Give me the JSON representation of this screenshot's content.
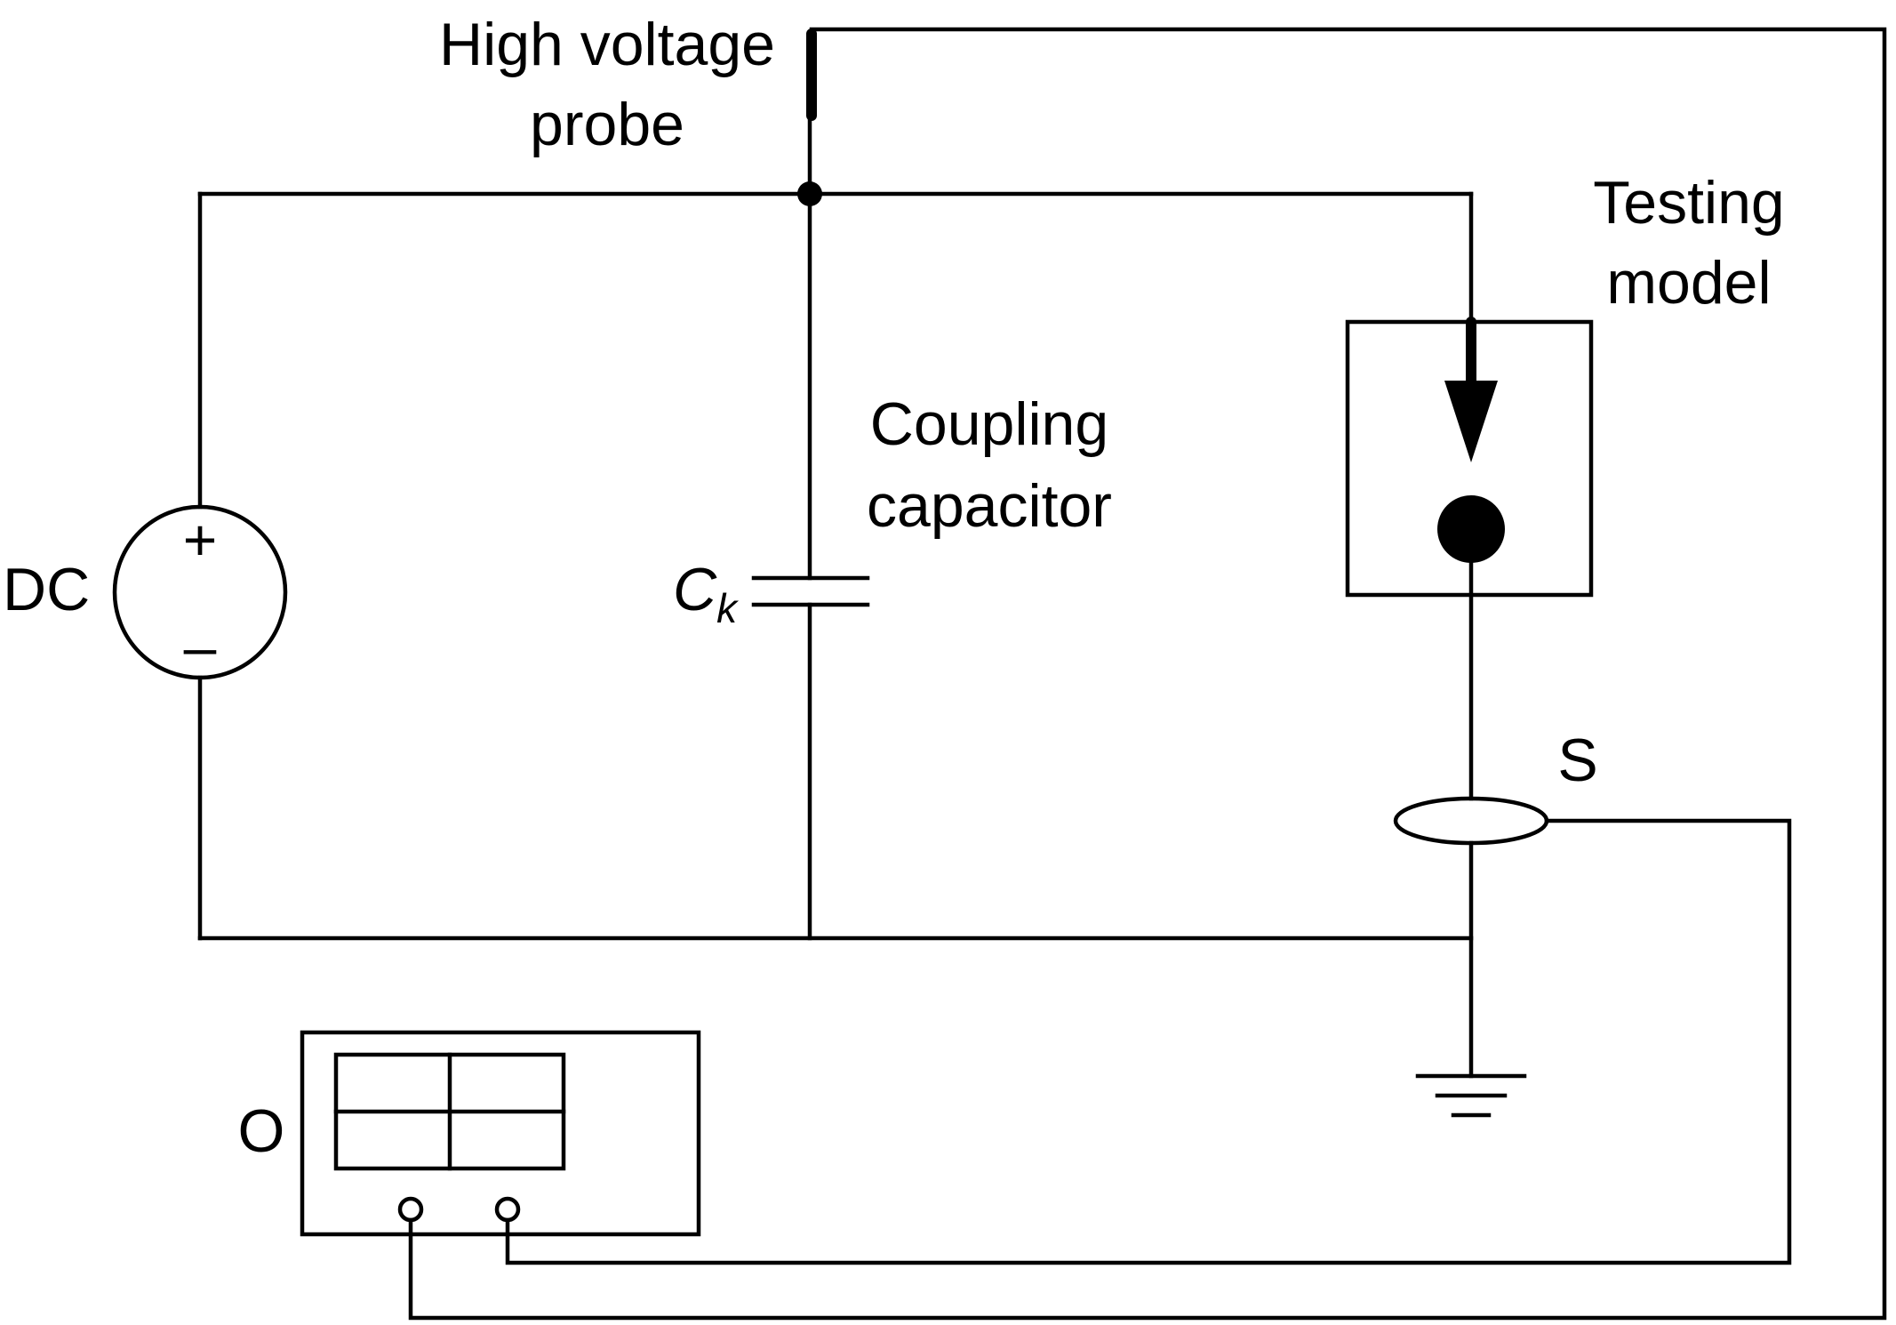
{
  "labels": {
    "probe_line1": "High voltage",
    "probe_line2": "probe",
    "model_line1": "Testing",
    "model_line2": "model",
    "coupling_line1": "Coupling",
    "coupling_line2": "capacitor",
    "capacitor_symbol": "C",
    "capacitor_subscript": "k",
    "source": "DC",
    "source_plus": "+",
    "source_minus": "–",
    "sensor": "S",
    "oscilloscope": "O"
  }
}
